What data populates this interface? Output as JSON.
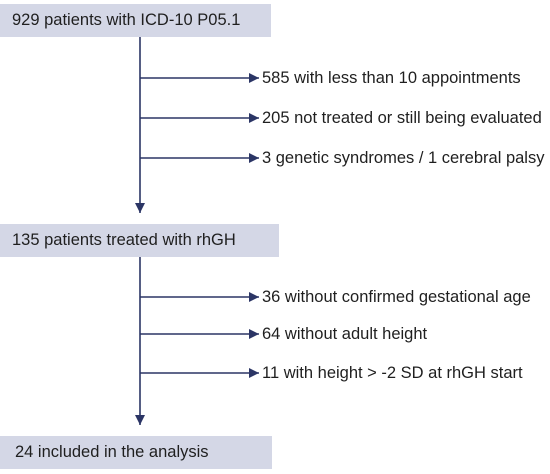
{
  "flowchart": {
    "colors": {
      "box_fill": "#d4d7e6",
      "line": "#2b3565",
      "text": "#1f1f1f"
    },
    "boxes": {
      "top": "929 patients with ICD-10 P05.1",
      "middle": "135 patients treated with rhGH",
      "bottom": "24 included in the analysis"
    },
    "exclusions_step1": [
      "585 with less than 10 appointments",
      "205 not treated or still being evaluated",
      "3 genetic syndromes / 1 cerebral palsy"
    ],
    "exclusions_step2": [
      "36 without confirmed gestational age",
      "64 without adult height",
      "11 with height > -2 SD at rhGH start"
    ]
  }
}
